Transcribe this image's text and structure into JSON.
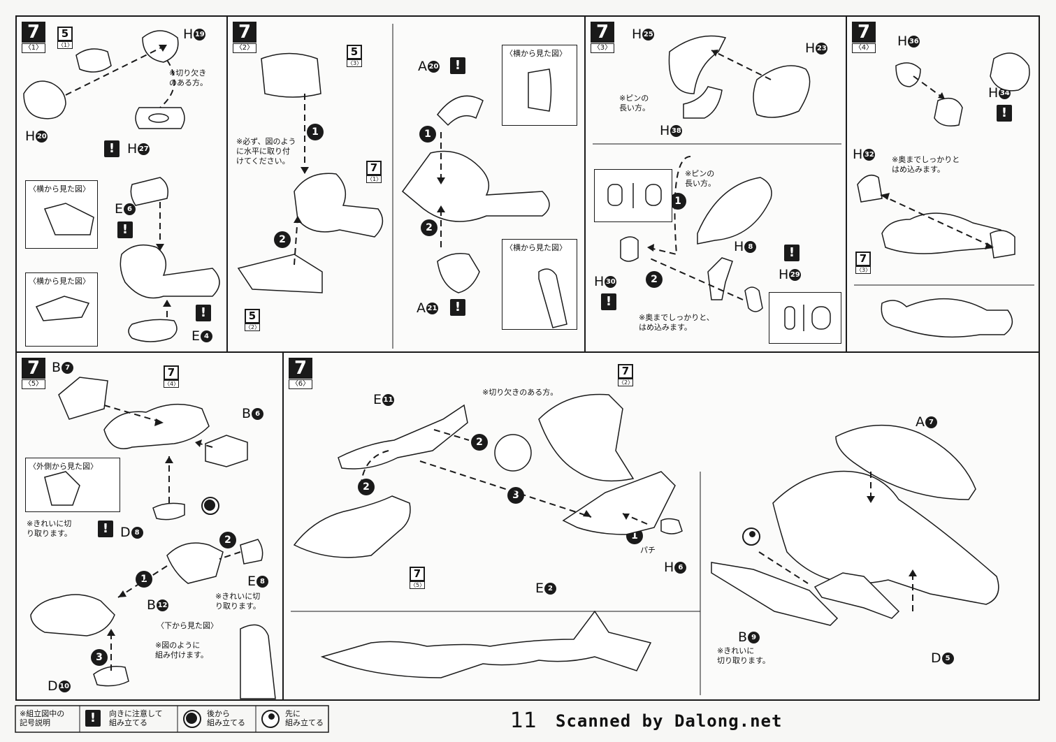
{
  "steps": {
    "s1": {
      "num": "7",
      "sub": "〈1〉"
    },
    "s2": {
      "num": "7",
      "sub": "〈2〉"
    },
    "s3": {
      "num": "7",
      "sub": "〈3〉"
    },
    "s4": {
      "num": "7",
      "sub": "〈4〉"
    },
    "s5": {
      "num": "7",
      "sub": "〈5〉"
    },
    "s6": {
      "num": "7",
      "sub": "〈6〉"
    }
  },
  "refs": {
    "r5_1": {
      "num": "5",
      "sub": "〈1〉"
    },
    "r5_3": {
      "num": "5",
      "sub": "〈3〉"
    },
    "r7_1": {
      "num": "7",
      "sub": "〈1〉"
    },
    "r5_2": {
      "num": "5",
      "sub": "〈2〉"
    },
    "r7_3": {
      "num": "7",
      "sub": "〈3〉"
    },
    "r7_4": {
      "num": "7",
      "sub": "〈4〉"
    },
    "r7_2": {
      "num": "7",
      "sub": "〈2〉"
    },
    "r7_5": {
      "num": "7",
      "sub": "〈5〉"
    }
  },
  "parts": {
    "h19": {
      "l": "H",
      "n": "19"
    },
    "h20": {
      "l": "H",
      "n": "20"
    },
    "h27": {
      "l": "H",
      "n": "27"
    },
    "e6": {
      "l": "E",
      "n": "6"
    },
    "e4": {
      "l": "E",
      "n": "4"
    },
    "a20": {
      "l": "A",
      "n": "20"
    },
    "a21": {
      "l": "A",
      "n": "21"
    },
    "h25": {
      "l": "H",
      "n": "25"
    },
    "h23": {
      "l": "H",
      "n": "23"
    },
    "h38": {
      "l": "H",
      "n": "38"
    },
    "h8": {
      "l": "H",
      "n": "8"
    },
    "h29": {
      "l": "H",
      "n": "29"
    },
    "h30": {
      "l": "H",
      "n": "30"
    },
    "h36": {
      "l": "H",
      "n": "36"
    },
    "h34": {
      "l": "H",
      "n": "34"
    },
    "h32": {
      "l": "H",
      "n": "32"
    },
    "b7": {
      "l": "B",
      "n": "7"
    },
    "b6": {
      "l": "B",
      "n": "6"
    },
    "d8": {
      "l": "D",
      "n": "8"
    },
    "e8": {
      "l": "E",
      "n": "8"
    },
    "b12": {
      "l": "B",
      "n": "12"
    },
    "d10": {
      "l": "D",
      "n": "10"
    },
    "e11": {
      "l": "E",
      "n": "11"
    },
    "e2": {
      "l": "E",
      "n": "2"
    },
    "h6": {
      "l": "H",
      "n": "6"
    },
    "a7": {
      "l": "A",
      "n": "7"
    },
    "b9": {
      "l": "B",
      "n": "9"
    },
    "d5": {
      "l": "D",
      "n": "5"
    }
  },
  "notes": {
    "notch1": "※切り欠き\nのある方。",
    "side": "〈横から見た図〉",
    "horizontal": "※必ず、図のよう\nに水平に取り付\nけてください。",
    "pin_long": "※ピンの\n長い方。",
    "pin_long2": "※ピンの\n長い方。",
    "press": "※奥までしっかりと、\nはめ込みます。",
    "press2": "※奥までしっかりと\nはめ込みます。",
    "outside": "〈外側から見た図〉",
    "cut_clean": "※きれいに切\nり取ります。",
    "cut_clean2": "※きれいに切\nり取ります。",
    "bottom": "〈下から見た図〉",
    "assemble": "※図のように\n組み付けます。",
    "notch2": "※切り欠きのある方。",
    "cut_clean3": "※きれいに\n切り取ります。",
    "kick": "パチ"
  },
  "orders": {
    "o1": "1",
    "o2": "2",
    "o3": "3"
  },
  "warn": "!",
  "legend": {
    "title": "※組立図中の\n記号説明",
    "caution": "向きに注意して\n組み立てる",
    "back": "後から\n組み立てる",
    "first": "先に\n組み立てる"
  },
  "footer": {
    "page": "11",
    "scan": "Scanned by Dalong.net"
  }
}
